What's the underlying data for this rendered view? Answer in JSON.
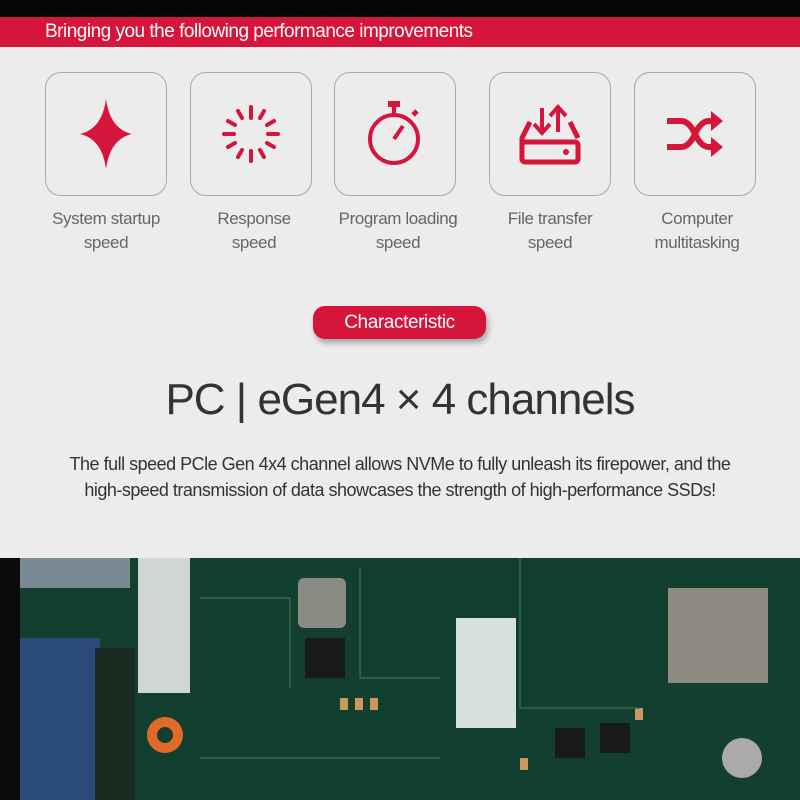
{
  "banner": {
    "title": "Bringing you the following performance improvements"
  },
  "features": [
    {
      "icon": "sparkle-icon",
      "line1": "System startup",
      "line2": "speed"
    },
    {
      "icon": "loading-spinner-icon",
      "line1": "Response",
      "line2": "speed"
    },
    {
      "icon": "stopwatch-icon",
      "line1": "Program loading",
      "line2": "speed"
    },
    {
      "icon": "drive-transfer-icon",
      "line1": "File transfer",
      "line2": "speed"
    },
    {
      "icon": "shuffle-icon",
      "line1": "Computer",
      "line2": "multitasking"
    }
  ],
  "section": {
    "pill": "Characteristic",
    "title": "PC | eGen4 × 4 channels",
    "line1": "The full speed PCle Gen 4x4 channel allows NVMe to fully unleash its firepower, and the",
    "line2": "high-speed transmission of data showcases the strength of high-performance SSDs!"
  },
  "colors": {
    "accent": "#d5163a",
    "text": "#333333"
  }
}
